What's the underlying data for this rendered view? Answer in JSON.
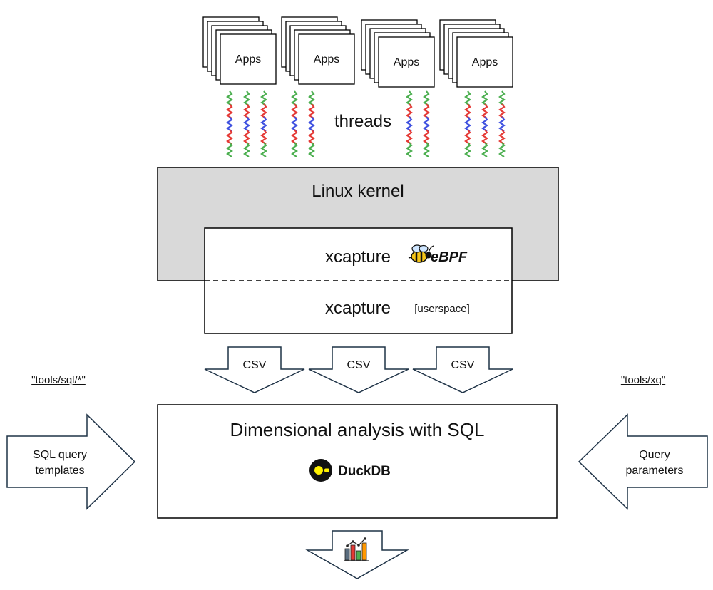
{
  "apps": {
    "label": "Apps"
  },
  "threads": {
    "label": "threads"
  },
  "kernel": {
    "title": "Linux kernel"
  },
  "xcapture": {
    "ebpf_label": "xcapture",
    "ebpf_logo_text": "eBPF",
    "user_label": "xcapture",
    "user_tag": "[userspace]"
  },
  "csv": {
    "labels": [
      "CSV",
      "CSV",
      "CSV"
    ]
  },
  "links": {
    "left": "\"tools/sql/*\"",
    "right": "\"tools/xq\""
  },
  "analysis": {
    "title": "Dimensional analysis with SQL",
    "logo_text": "DuckDB"
  },
  "inputs": {
    "left": {
      "line1": "SQL query",
      "line2": "templates"
    },
    "right": {
      "line1": "Query",
      "line2": "parameters"
    }
  },
  "colors": {
    "kernel_fill": "#d9d9d9",
    "thread_green": "#4caf50",
    "thread_red": "#e53935",
    "thread_blue": "#3f51e0",
    "duck_yellow": "#fff100",
    "bee_yellow": "#f5c518"
  },
  "icons": {
    "ebpf": "bee-icon",
    "duckdb": "duckdb-logo-icon",
    "output": "bar-chart-icon"
  }
}
